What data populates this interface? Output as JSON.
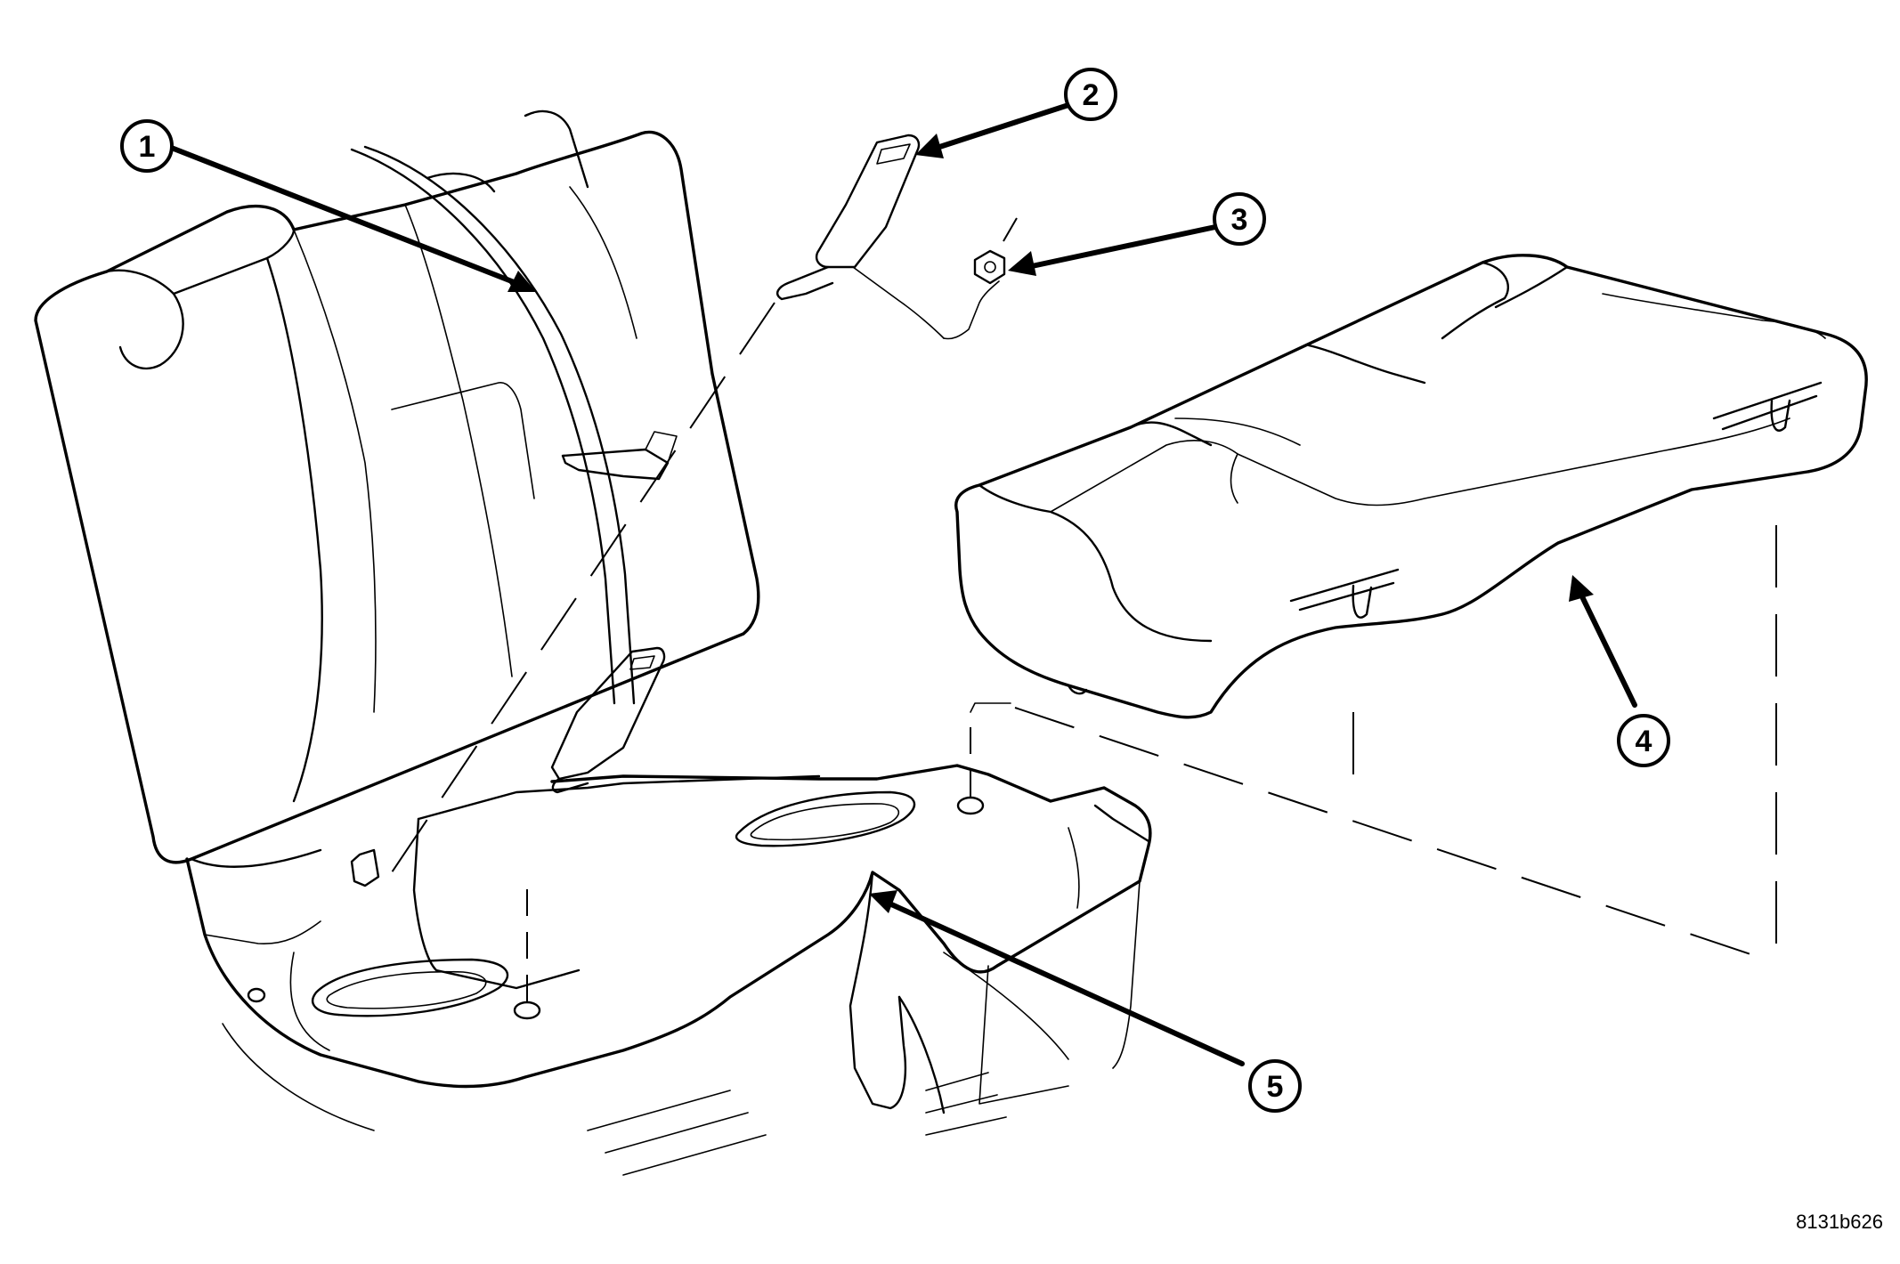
{
  "callouts": [
    {
      "number": "1"
    },
    {
      "number": "2"
    },
    {
      "number": "3"
    },
    {
      "number": "4"
    },
    {
      "number": "5"
    }
  ],
  "figure_id": "8131b626"
}
